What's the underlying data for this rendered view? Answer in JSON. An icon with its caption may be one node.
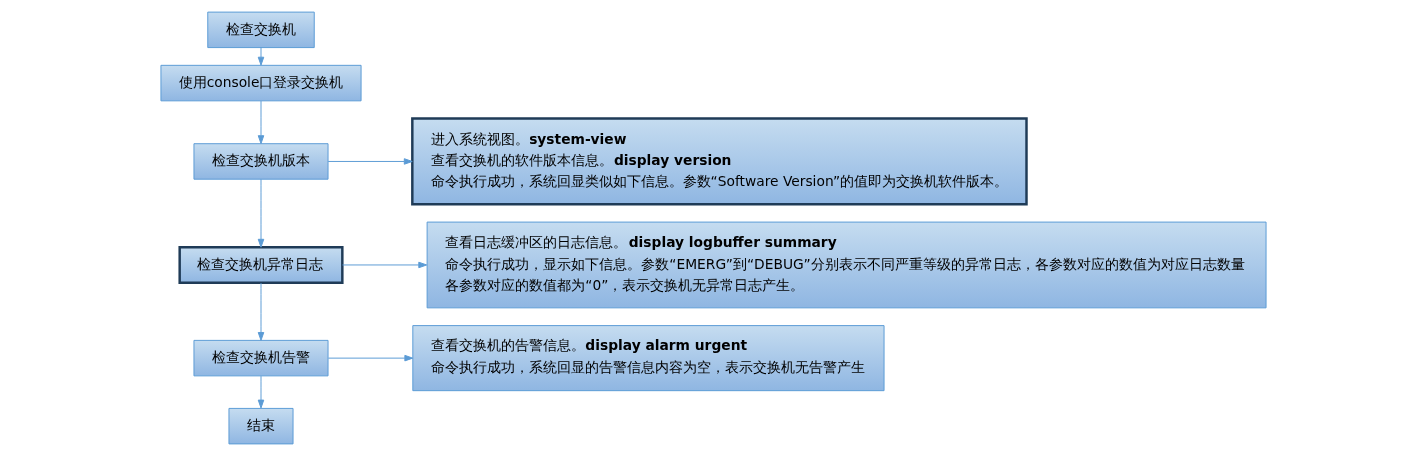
{
  "diagram": {
    "nodes": [
      {
        "text": [
          "检查交换机"
        ]
      },
      {
        "text": [
          "使用console口登录交换机"
        ]
      },
      {
        "text": [
          "检查交换机版本"
        ]
      },
      {
        "text": [
          "检查交换机异常日志"
        ]
      },
      {
        "text": [
          "检查交换机告警"
        ]
      },
      {
        "text": [
          "结束"
        ]
      },
      {
        "text": [
          "进入系统视图。**system-view**",
          "查看交换机的软件版本信息。**display version**",
          "命令执行成功，系统回显类似如下信息。参数“Software Version”的值即为交换机软件版本。"
        ]
      },
      {
        "text": [
          "查看日志缓冲区的日志信息。**display logbuffer summary**",
          "命令执行成功，显示如下信息。参数“EMERG”到“DEBUG”分别表示不同严重等级的异常日志，各参数对应的数值为对应日志数量",
          "各参数对应的数值都为“0”，表示交换机无异常日志产生。"
        ]
      },
      {
        "text": [
          "查看交换机的告警信息。**display alarm urgent**",
          "命令执行成功，系统回显的告警信息内容为空，表示交换机无告警产生"
        ]
      }
    ],
    "edges": [
      {
        "from": 0,
        "to": 1,
        "arrow": "to"
      },
      {
        "from": 1,
        "to": 2,
        "arrow": "to"
      },
      {
        "from": 2,
        "to": 3,
        "arrow": "to"
      },
      {
        "from": 3,
        "to": 4,
        "arrow": "to"
      },
      {
        "from": 4,
        "to": 5,
        "arrow": "to"
      },
      {
        "from": 2,
        "to": 6,
        "arrow": "to"
      },
      {
        "from": 3,
        "to": 7,
        "arrow": "to"
      },
      {
        "from": 4,
        "to": 8,
        "arrow": "to"
      }
    ]
  }
}
